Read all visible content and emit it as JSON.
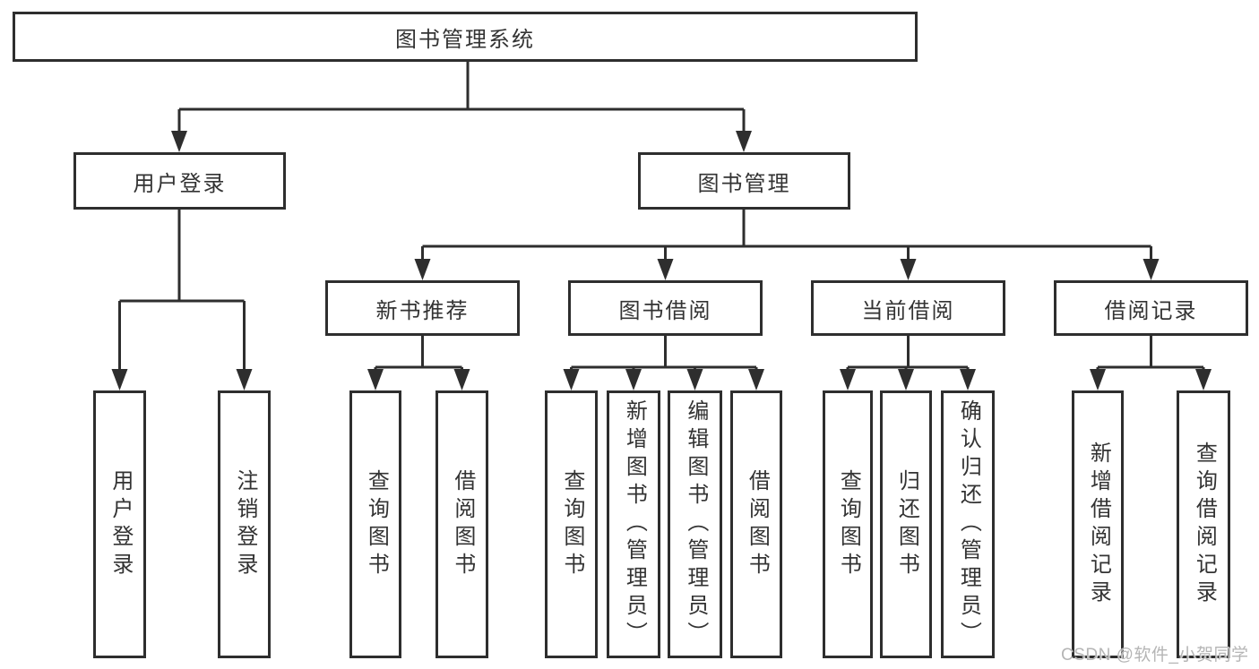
{
  "diagram": {
    "root": {
      "label": "图书管理系统"
    },
    "branches": [
      {
        "label": "用户登录",
        "children": [
          {
            "label": "用户登录"
          },
          {
            "label": "注销登录"
          }
        ]
      },
      {
        "label": "图书管理",
        "children": [
          {
            "label": "新书推荐",
            "children": [
              {
                "label": "查询图书"
              },
              {
                "label": "借阅图书"
              }
            ]
          },
          {
            "label": "图书借阅",
            "children": [
              {
                "label": "查询图书"
              },
              {
                "label": "新增图书（管理员）"
              },
              {
                "label": "编辑图书（管理员）"
              },
              {
                "label": "借阅图书"
              }
            ]
          },
          {
            "label": "当前借阅",
            "children": [
              {
                "label": "查询图书"
              },
              {
                "label": "归还图书"
              },
              {
                "label": "确认归还（管理员）"
              }
            ]
          },
          {
            "label": "借阅记录",
            "children": [
              {
                "label": "新增借阅记录"
              },
              {
                "label": "查询借阅记录"
              }
            ]
          }
        ]
      }
    ]
  },
  "watermark": {
    "text": "CSDN @软件_小贺同学"
  },
  "colors": {
    "line": "#2e2e2e",
    "text": "#333333",
    "box_background": "#ffffff",
    "watermark": "#b5b5b5",
    "background": "#ffffff"
  }
}
